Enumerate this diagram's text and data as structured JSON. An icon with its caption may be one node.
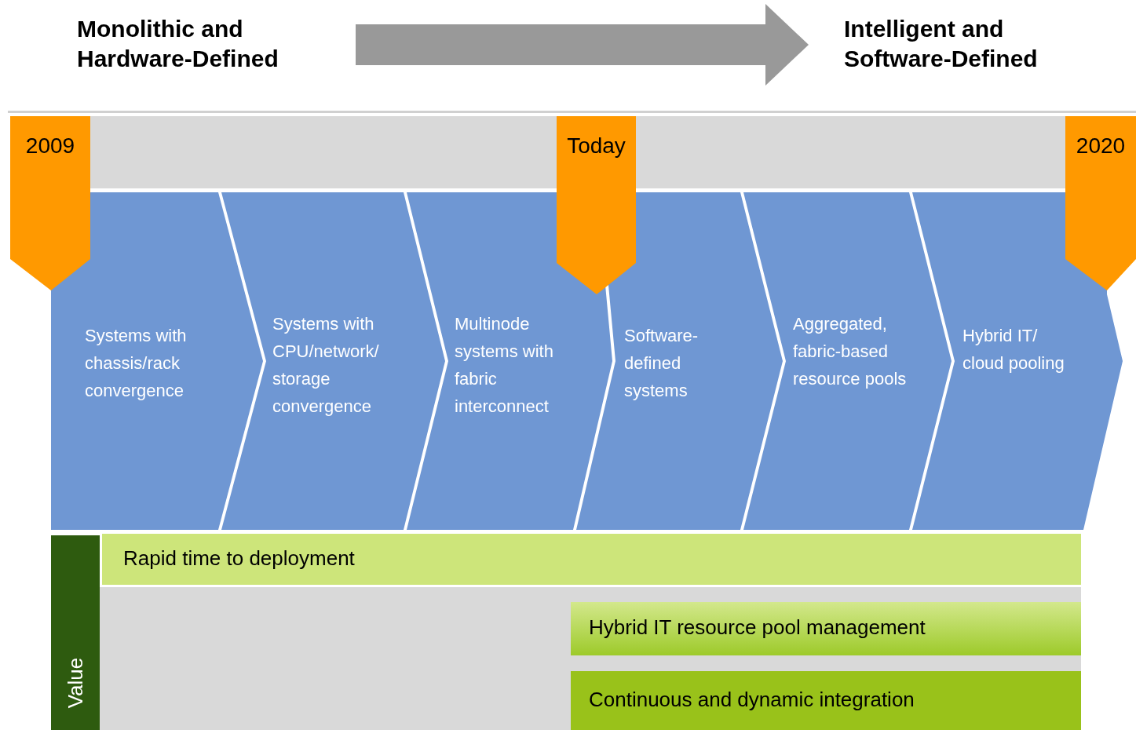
{
  "diagram": {
    "nodes": [
      {
        "text": [
          "Monolithic and Hardware-Defined"
        ]
      },
      {
        "text": [
          "Intelligent and Software-Defined"
        ]
      },
      {
        "text": [
          "2009"
        ]
      },
      {
        "text": [
          "Today"
        ]
      },
      {
        "text": [
          "2020"
        ]
      },
      {
        "text": [
          "Systems with chassis/rack convergence"
        ]
      },
      {
        "text": [
          "Systems with CPU/network/ storage convergence"
        ]
      },
      {
        "text": [
          "Multinode systems with fabric interconnect"
        ]
      },
      {
        "text": [
          "Software-defined systems"
        ]
      },
      {
        "text": [
          "Aggregated, fabric-based resource pools"
        ]
      },
      {
        "text": [
          "Hybrid IT/ cloud pooling"
        ]
      },
      {
        "text": [
          "Value"
        ]
      },
      {
        "text": [
          "Rapid time to deployment"
        ]
      },
      {
        "text": [
          "Hybrid IT resource pool management"
        ]
      },
      {
        "text": [
          "Continuous and dynamic integration"
        ]
      }
    ],
    "edges": [
      {
        "from": 0,
        "to": 1,
        "arrow": "to"
      }
    ]
  }
}
